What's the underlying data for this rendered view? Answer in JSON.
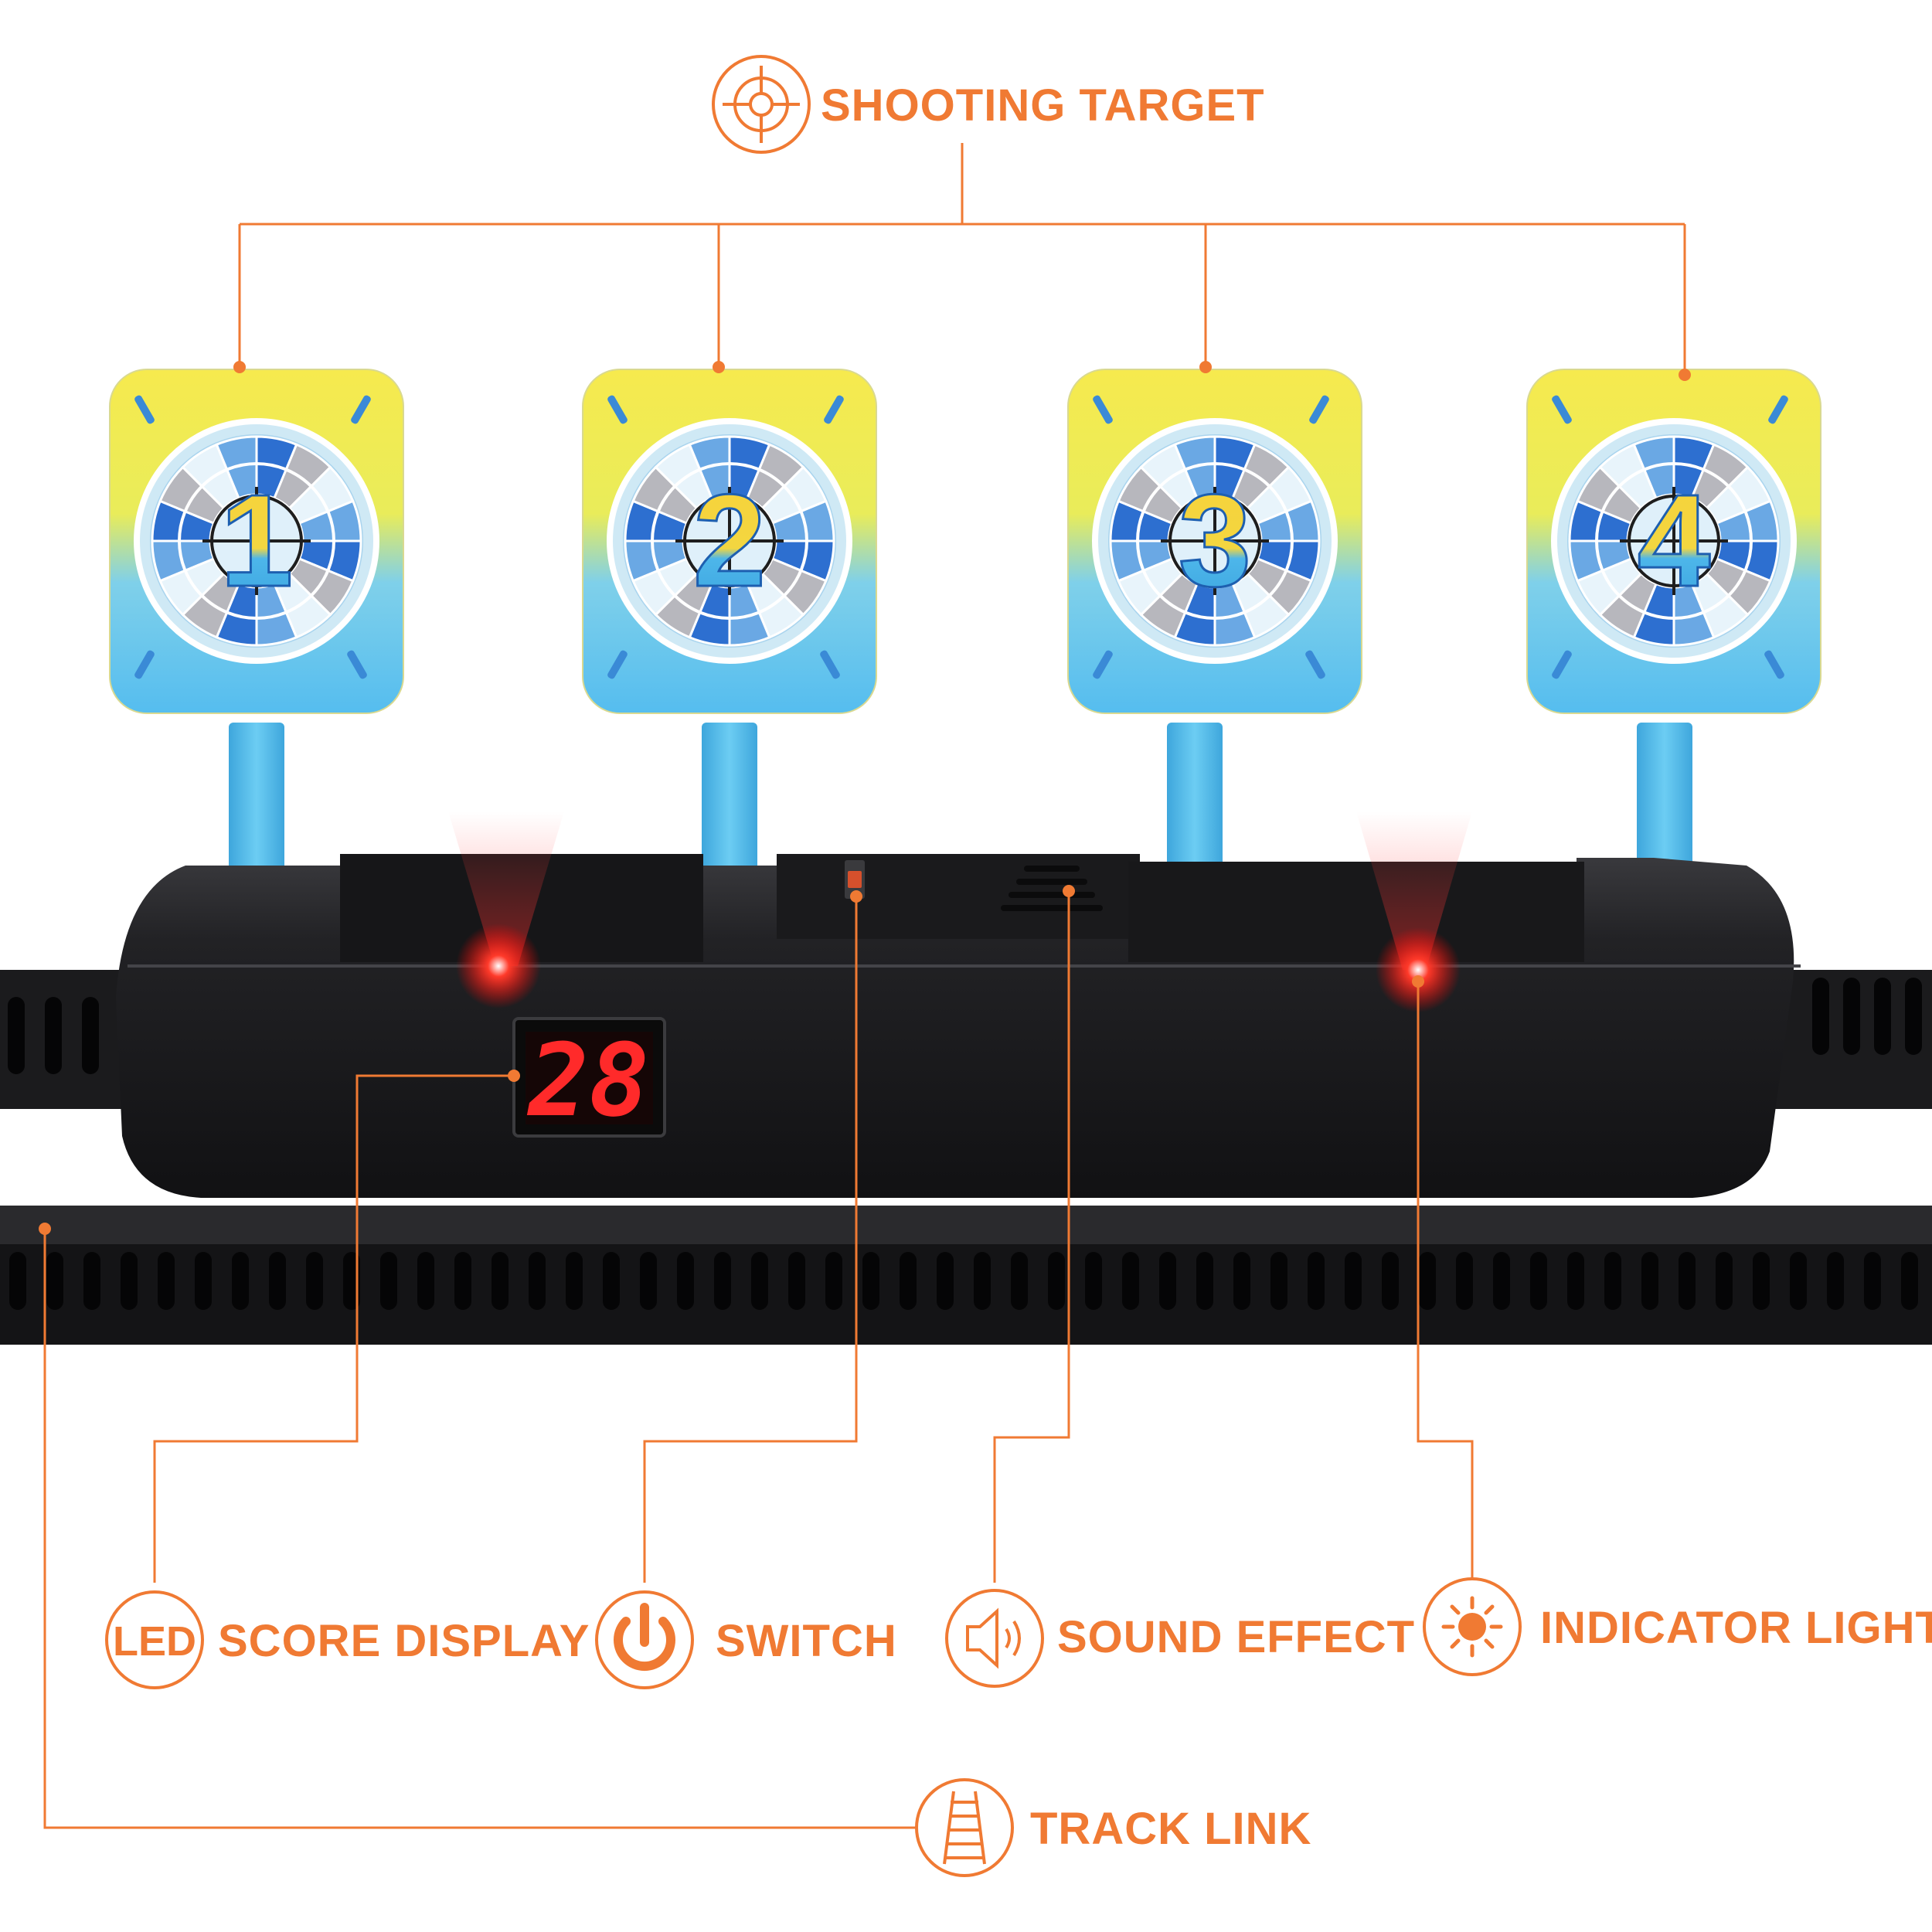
{
  "colors": {
    "accent": "#f07a33",
    "panel_dark": "#1c1c1e",
    "target_yellow": "#f4e84c",
    "target_blue": "#5cc2ee",
    "led_red": "#ff2020"
  },
  "callouts": {
    "shooting_target": {
      "label": "SHOOTING TARGET",
      "icon": "crosshair-icon"
    },
    "led_score_display": {
      "icon_text": "LED",
      "label": "SCORE DISPLAY"
    },
    "switch": {
      "label": "SWITCH",
      "icon": "power-icon"
    },
    "sound_effect": {
      "label": "SOUND EFFECT",
      "icon": "speaker-icon"
    },
    "indicator_light": {
      "label": "INDICATOR LIGHT",
      "icon": "sun-icon"
    },
    "track_link": {
      "label": "TRACK LINK",
      "icon": "track-icon"
    }
  },
  "targets": [
    {
      "number": "1"
    },
    {
      "number": "2"
    },
    {
      "number": "3"
    },
    {
      "number": "4"
    }
  ],
  "score_display": {
    "value": "28"
  }
}
